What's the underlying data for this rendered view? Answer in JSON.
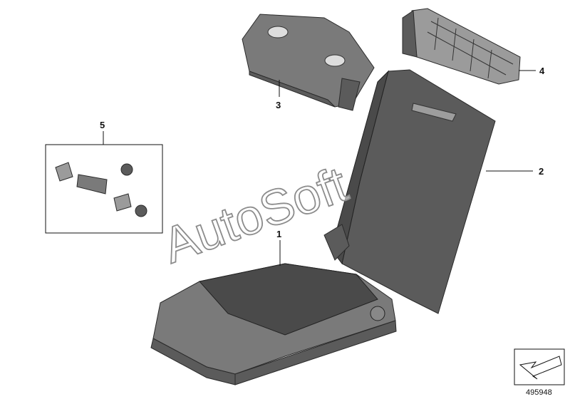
{
  "callouts": {
    "part1": "1",
    "part2": "2",
    "part3": "3",
    "part4": "4",
    "part5": "5"
  },
  "diagram_number": "495948",
  "watermark": "AutoSoft",
  "colors": {
    "part_dark": "#5b5b5b",
    "part_mid": "#7a7a7a",
    "line": "#111111"
  },
  "icons": {
    "orientation": "arrow-icon"
  }
}
